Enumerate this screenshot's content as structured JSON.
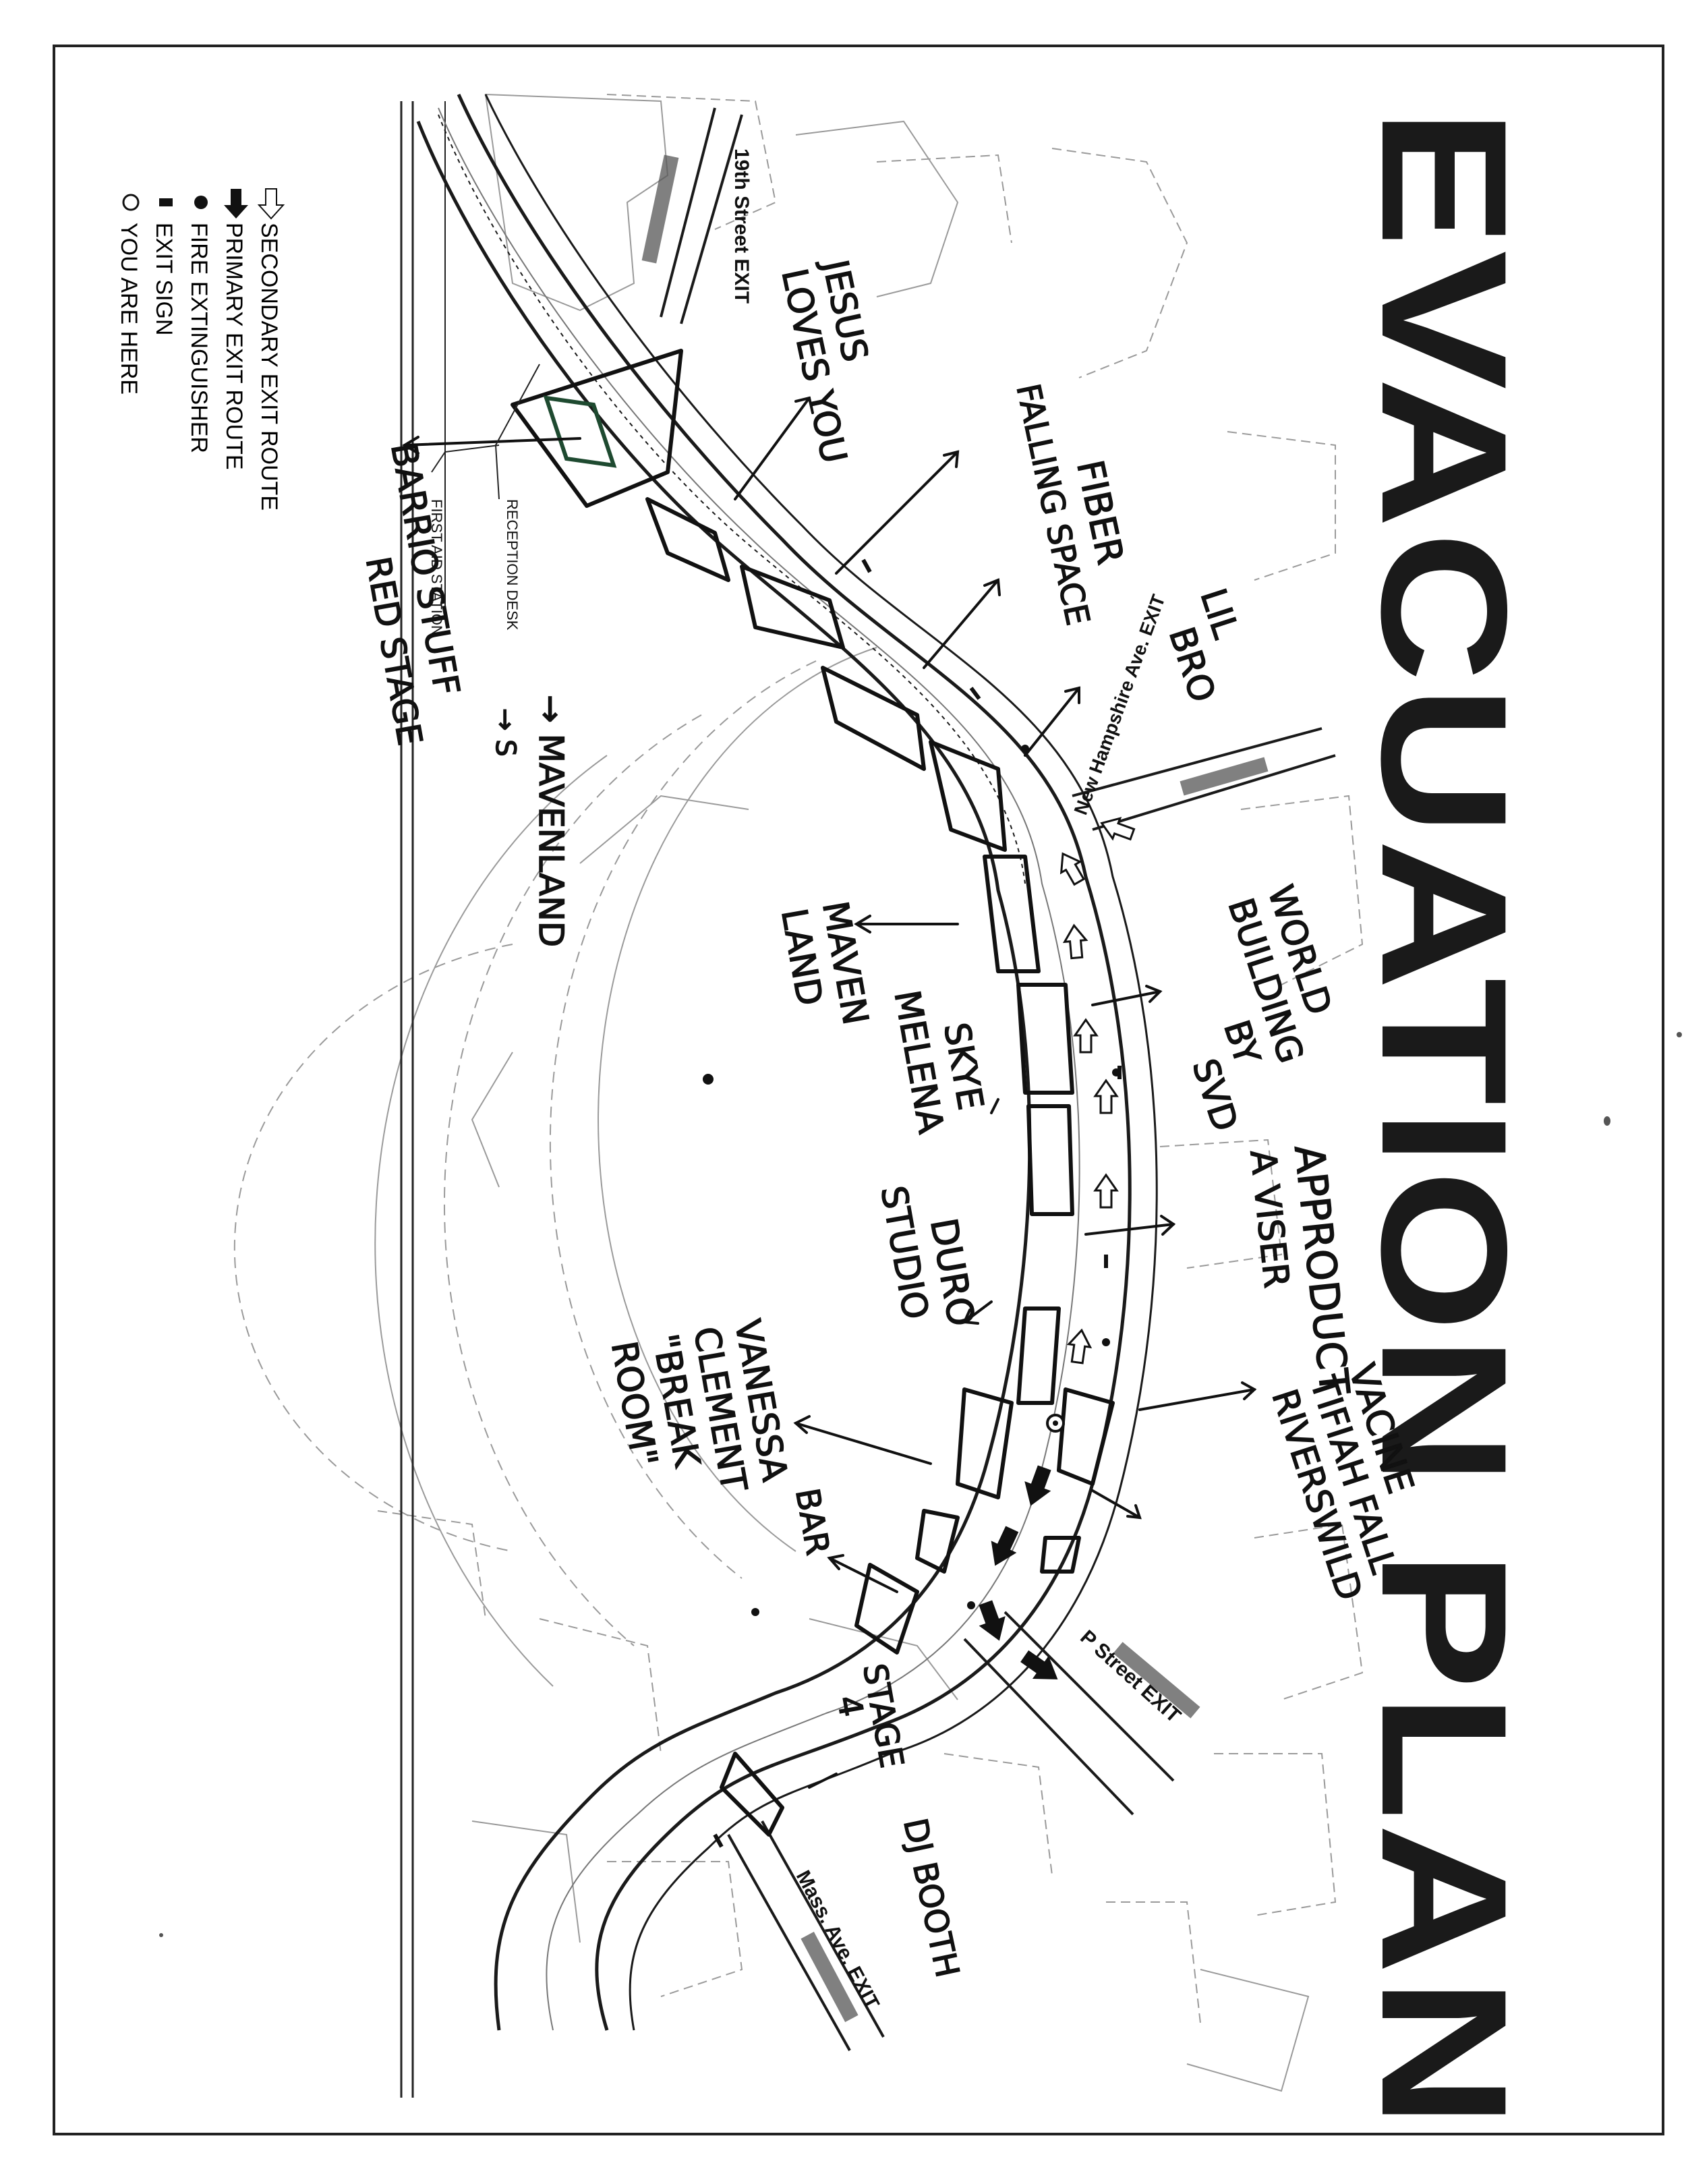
{
  "title": "EVACUATION PLAN",
  "legend": [
    {
      "icon": "you-are-here-icon",
      "label": "YOU ARE HERE"
    },
    {
      "icon": "exit-sign-icon",
      "label": "EXIT SIGN"
    },
    {
      "icon": "fire-extinguisher-icon",
      "label": "FIRE EXTINGUISHER"
    },
    {
      "icon": "primary-exit-arrow-icon",
      "label": "PRIMARY EXIT ROUTE"
    },
    {
      "icon": "secondary-exit-arrow-icon",
      "label": "SECONDARY EXIT ROUTE"
    }
  ],
  "exits": {
    "nineteenth": "19th Street EXIT",
    "new_hampshire": "New Hampshire Ave. EXIT",
    "p_street": "P Street EXIT",
    "mass_ave": "Mass. Ave. EXIT"
  },
  "stations": {
    "reception": "RECEPTION DESK",
    "first_aid": "FIRST AID STATION"
  },
  "handwritten": {
    "jesus": [
      "JESUS",
      "LOVES YOU"
    ],
    "fiber": [
      "FIBER",
      "FALLING SPACE"
    ],
    "lil_bro": [
      "LIL",
      "BRO"
    ],
    "world": [
      "WORLD",
      "BUILDING",
      "BY",
      "SVD"
    ],
    "approduct": [
      "APPRODUCT",
      "A VISER"
    ],
    "vacine": [
      "VACINE",
      "TIFIAH FALL",
      "RIVERSWILD"
    ],
    "dj": [
      "DJ BOOTH"
    ],
    "stage": [
      "STAGE",
      "4"
    ],
    "bar": [
      "BAR"
    ],
    "vanessa": [
      "VANESSA",
      "CLEMENT",
      "\"BREAK",
      "ROOM\""
    ],
    "duro": [
      "DURO",
      "STUDIO"
    ],
    "skye": [
      "SKYE",
      "MELENA"
    ],
    "maven_land": [
      "MAVEN",
      "LAND"
    ],
    "mavenland": [
      "→ MAVENLAND",
      "→ S"
    ],
    "barrio": [
      "BARRIO STUFF",
      "RED STAGE"
    ]
  },
  "colors": {
    "ink": "#111111",
    "pencil_gray": "#8a8a8a",
    "marker_green": "#1e4a30",
    "hatch": "#555555"
  }
}
